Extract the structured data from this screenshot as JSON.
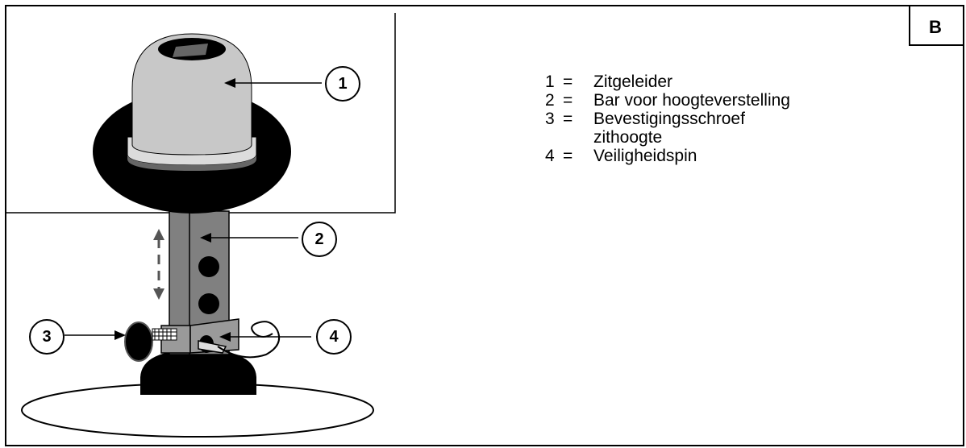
{
  "panel_label": "B",
  "legend": [
    {
      "num": "1",
      "eq": "=",
      "text": "Zitgeleider"
    },
    {
      "num": "2",
      "eq": "=",
      "text": "Bar voor hoogteverstelling"
    },
    {
      "num": "3",
      "eq": "=",
      "text": "Bevestigingsschroef zithoogte"
    },
    {
      "num": "4",
      "eq": "=",
      "text": "Veiligheidspin"
    }
  ],
  "callouts": [
    "1",
    "2",
    "3",
    "4"
  ]
}
